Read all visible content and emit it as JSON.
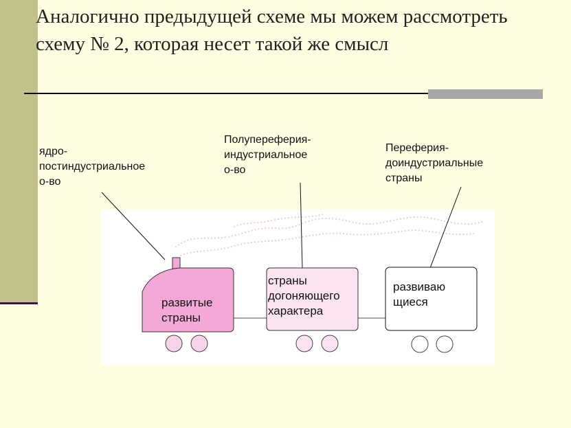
{
  "slide": {
    "title": "Аналогично предыдущей схеме мы можем рассмотреть схему № 2, которая несет такой же смысл"
  },
  "diagram": {
    "labels": {
      "core": "ядро-\nпостиндустриальное\nо-во",
      "semi": "Полупереферия-\nиндустриальное\nо-во",
      "periphery": "Переферия-\nдоиндустриальные\nстраны"
    },
    "cars": {
      "locomotive": "развитые\nстраны",
      "wagon_middle": "страны\nдогоняющего\nхарактера",
      "wagon_last": "развиваю\nщиеся"
    },
    "colors": {
      "locomotive_fill": "#f4a8d6",
      "wagon_middle_fill": "#fbe3f2",
      "wagon_last_fill": "#ffffff",
      "smoke": "#ecc7dc",
      "background": "#fefde1",
      "sidebar": "#c3c18b"
    }
  }
}
